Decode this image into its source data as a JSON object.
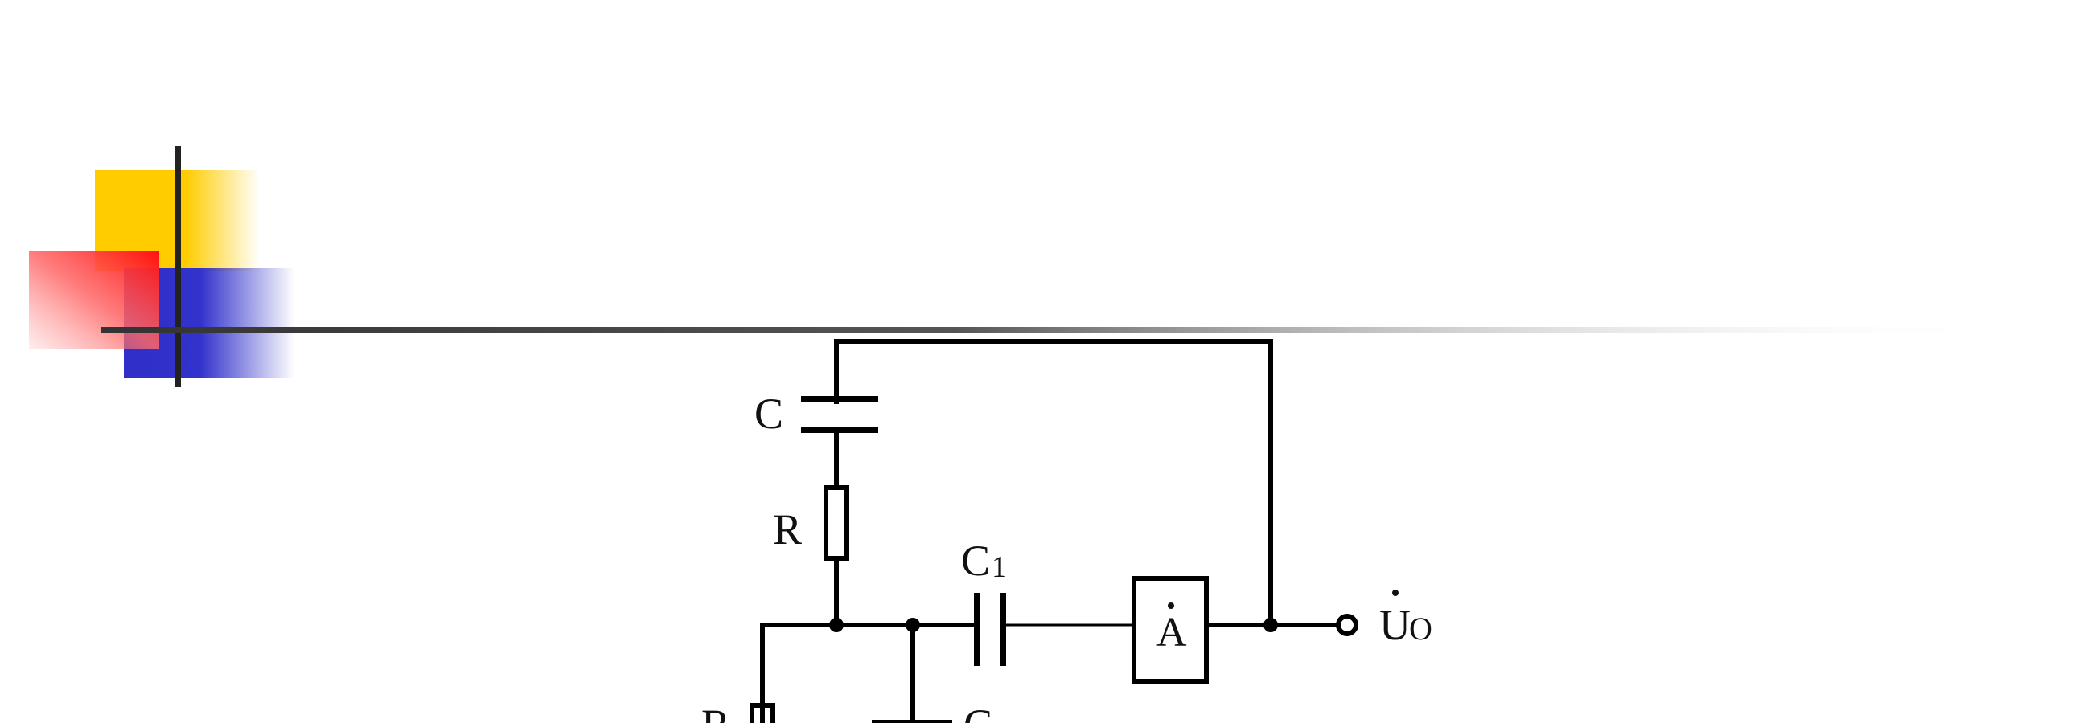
{
  "slide": {
    "decoration": {
      "colors": {
        "yellow": "#FFCC00",
        "red": "#FF2A2A",
        "blue": "#3333CC",
        "rule": "#333333"
      }
    }
  },
  "circuit": {
    "labels": {
      "feedback_capacitor": "C",
      "feedback_resistor": "R",
      "coupling_capacitor": "C",
      "coupling_capacitor_sub": "1",
      "amplifier": "A",
      "output_symbol": "U",
      "output_sub": "O",
      "lower_resistor": "R",
      "lower_capacitor": "C"
    },
    "colors": {
      "wire": "#000000"
    }
  }
}
